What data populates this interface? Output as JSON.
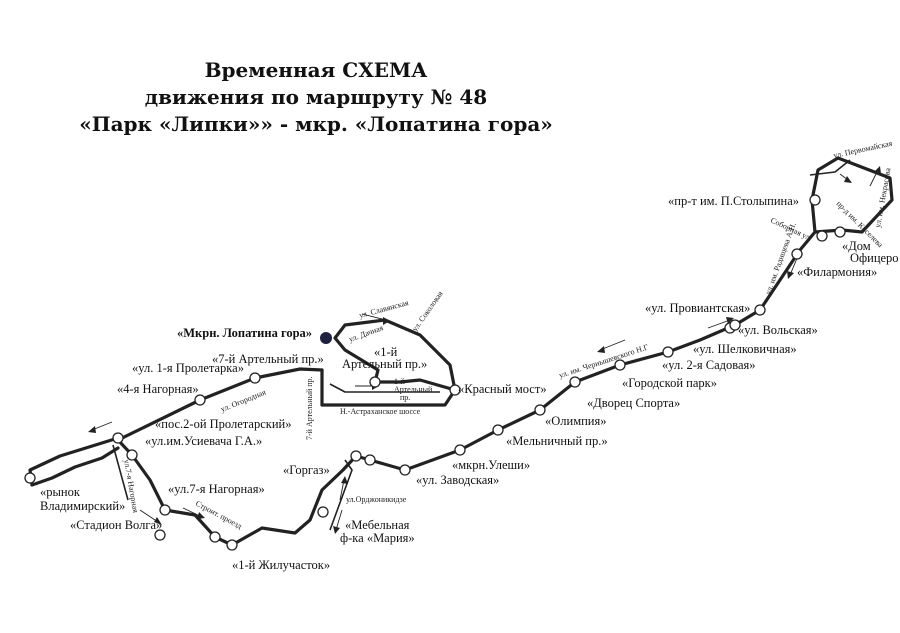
{
  "title": {
    "line1": "Временная СХЕМА",
    "line2": "движения по маршруту № 48",
    "line3": "«Парк «Липки»» - мкр. «Лопатина гора»"
  },
  "stops": {
    "lopatina_gora": "«Мкрн. Лопатина гора»",
    "artelny_1": [
      "«1-й",
      "Артельный пр.»"
    ],
    "artelny_7": "«7-й Артельный пр.»",
    "proletarka_1": "«ул. 1-я Пролетарка»",
    "nagornaya_4": "«4-я Нагорная»",
    "proletarsky_2": "«пос.2-ой Пролетарский»",
    "usievicha": "«ул.им.Усиевача Г.А.»",
    "rynok": [
      "«рынок",
      "Владимирский»"
    ],
    "nagornaya_7": "«ул.7-я Нагорная»",
    "stadion": "«Стадион Волга»",
    "zhiluchastok": "«1-й Жилучасток»",
    "gorgaz": "«Горгаз»",
    "mebelnaya": [
      "«Мебельная",
      "ф-ка «Мария»"
    ],
    "zavodskaya": "«ул. Заводская»",
    "uleshi": "«мкрн.Улеши»",
    "melnichny": "«Мельничный пр.»",
    "olimpia": "«Олимпия»",
    "dvorets": "«Дворец Спорта»",
    "krasny_most": "«Красный мост»",
    "gorodskoy_park": "«Городской парк»",
    "sadovaya": "«ул. 2-я Садовая»",
    "shelkovichnaya": "«ул. Шелковичная»",
    "volskaya": "«ул. Вольская»",
    "proviantskaya": "«ул. Провиантская»",
    "filarmonia": "«Филармония»",
    "dom_ofitserov": [
      "«Дом",
      "Офицеро"
    ],
    "stolypina": "«пр-т им. П.Столыпина»"
  },
  "streets": {
    "ogorodnaya": "ул. Огородная",
    "artelny_7_vert": "7-й Артельный пр.",
    "nagornaya_7_vert": "ул.7-я Нагорная",
    "stroitelny": "Строит. проезд",
    "ordzhonikidze": "ул.Орджоникидзе",
    "astrakhanskoe": "Н.-Астраханское шоссе",
    "artelny_1_small": [
      "1-й",
      "Артельный",
      "пр."
    ],
    "dachnaya": "ул. Дачная",
    "chernyshevskogo": "ул. им. Чернышевского Н.Г",
    "radishcheva": "ул. им. Радищева А.Н.",
    "sobornaya": "Соборная ул.",
    "pervomayskaya": "ул. Первомайская",
    "kiseleva": "пр-д им. Киселева",
    "nekrasova": "ул. им. Некрасова",
    "slavyanskaya": "ул. Славянская",
    "sokolovaya": "ул. Соколовая"
  },
  "colors": {
    "route": "#222222",
    "terminal": "#1e2040",
    "stop_fill": "#ffffff"
  }
}
